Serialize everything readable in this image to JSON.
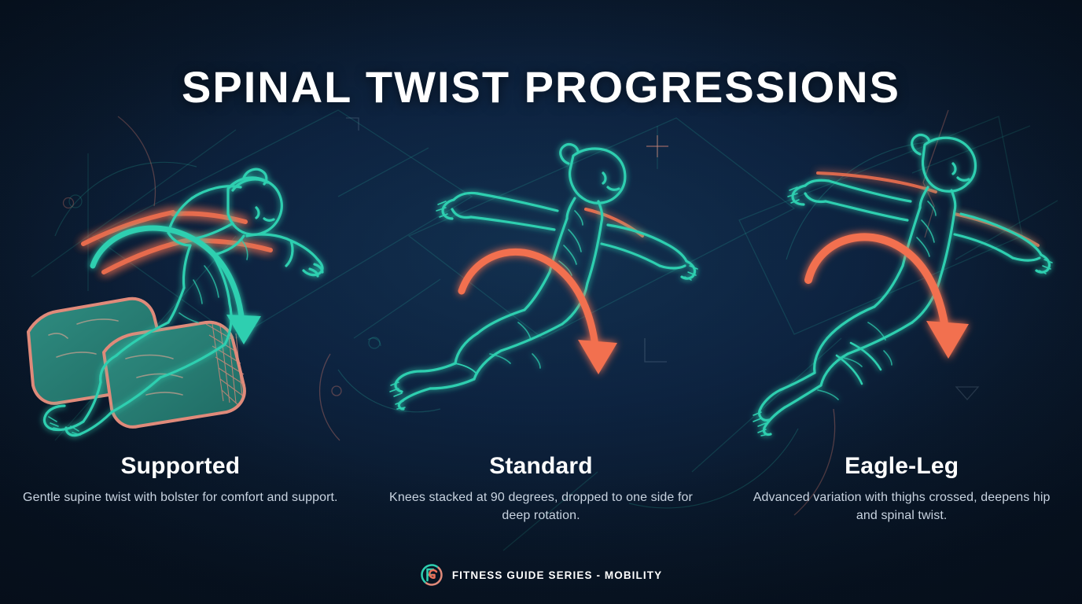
{
  "title": "SPINAL TWIST PROGRESSIONS",
  "theme": {
    "background": "#0d2340",
    "teal": "#2ecfb0",
    "teal_dark": "#22857c",
    "coral": "#f2704f",
    "coral_soft": "#e08a7a",
    "heading": "#ffffff",
    "caption": "#c8d3e0"
  },
  "panels": [
    {
      "id": "supported",
      "heading": "Supported",
      "caption": "Gentle supine twist with bolster for comfort and support.",
      "illustration": "supine-twist-with-bolster",
      "arrow_color": "#2ecfb0",
      "props": [
        "bolster"
      ]
    },
    {
      "id": "standard",
      "heading": "Standard",
      "caption": "Knees stacked at 90 degrees, dropped to one side for deep rotation.",
      "illustration": "supine-twist-knees-stacked",
      "arrow_color": "#f2704f",
      "props": []
    },
    {
      "id": "eagle-leg",
      "heading": "Eagle-Leg",
      "caption": "Advanced variation with thighs crossed, deepens hip and spinal twist.",
      "illustration": "supine-twist-eagle-legs",
      "arrow_color": "#f2704f",
      "props": []
    }
  ],
  "footer": {
    "logo_mark": "FG",
    "logo_icon": "fitness-guide-monogram-icon",
    "brand": "FITNESS GUIDE SERIES - MOBILITY"
  }
}
